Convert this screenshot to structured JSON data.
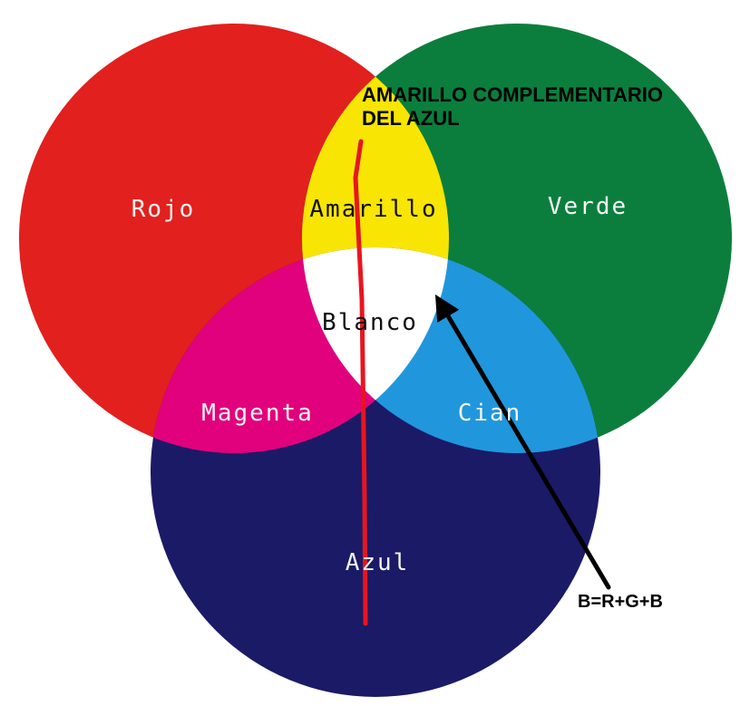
{
  "diagram": {
    "title": "Additive RGB color mixing Venn diagram",
    "background": "#ffffff",
    "circles": {
      "red": {
        "label": "Rojo",
        "color": "#e2201e"
      },
      "green": {
        "label": "Verde",
        "color": "#0b7e3d"
      },
      "blue": {
        "label": "Azul",
        "color": "#1b1a67"
      }
    },
    "overlaps": {
      "yellow": {
        "label": "Amarillo",
        "color": "#f8e503"
      },
      "magenta": {
        "label": "Magenta",
        "color": "#e2017c"
      },
      "cyan": {
        "label": "Cian",
        "color": "#2097dc"
      },
      "white": {
        "label": "Blanco",
        "color": "#ffffff"
      }
    },
    "annotations": {
      "yellow_note": "AMARILLO COMPLEMENTARIO DEL AZUL",
      "formula": "B=R+G+B",
      "red_line_color": "#e8151f",
      "arrow_color": "#000000"
    }
  }
}
